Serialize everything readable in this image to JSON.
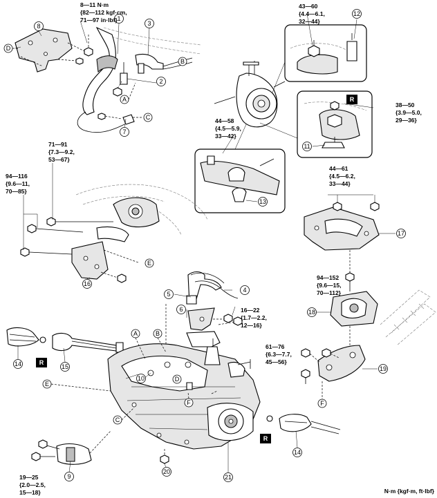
{
  "callouts": [
    {
      "id": "c1",
      "number": "1"
    },
    {
      "id": "c2",
      "number": "2"
    },
    {
      "id": "c3",
      "number": "3"
    },
    {
      "id": "c4",
      "number": "4"
    },
    {
      "id": "c5",
      "number": "5"
    },
    {
      "id": "c6",
      "number": "6"
    },
    {
      "id": "c7",
      "number": "7"
    },
    {
      "id": "c8",
      "number": "8"
    },
    {
      "id": "c9",
      "number": "9"
    },
    {
      "id": "c10",
      "number": "10"
    },
    {
      "id": "c11",
      "number": "11"
    },
    {
      "id": "c12",
      "number": "12"
    },
    {
      "id": "c13",
      "number": "13"
    },
    {
      "id": "c14a",
      "number": "14"
    },
    {
      "id": "c14b",
      "number": "14"
    },
    {
      "id": "c15",
      "number": "15"
    },
    {
      "id": "c16",
      "number": "16"
    },
    {
      "id": "c17",
      "number": "17"
    },
    {
      "id": "c18",
      "number": "18"
    },
    {
      "id": "c19",
      "number": "19"
    },
    {
      "id": "c20",
      "number": "20"
    },
    {
      "id": "c21",
      "number": "21"
    }
  ],
  "letter_marks": [
    {
      "id": "lA1",
      "letter": "A"
    },
    {
      "id": "lA2",
      "letter": "A"
    },
    {
      "id": "lB1",
      "letter": "B"
    },
    {
      "id": "lB2",
      "letter": "B"
    },
    {
      "id": "lC1",
      "letter": "C"
    },
    {
      "id": "lC2",
      "letter": "C"
    },
    {
      "id": "lD1",
      "letter": "D"
    },
    {
      "id": "lD2",
      "letter": "D"
    },
    {
      "id": "lE1",
      "letter": "E"
    },
    {
      "id": "lE2",
      "letter": "E"
    },
    {
      "id": "lF1",
      "letter": "F"
    },
    {
      "id": "lF2",
      "letter": "F"
    }
  ],
  "replace_marks": [
    {
      "id": "r1",
      "text": "R"
    },
    {
      "id": "r2",
      "text": "R"
    },
    {
      "id": "r3",
      "text": "R"
    }
  ],
  "torque_specs": [
    {
      "id": "tq1",
      "lines": [
        "8—11 N·m",
        "{82—112 kgf·cm,",
        "71—97 in·lbf}"
      ]
    },
    {
      "id": "tq2",
      "lines": [
        "43—60",
        "{4.4—6.1,",
        "32—44}"
      ]
    },
    {
      "id": "tq3",
      "lines": [
        "38—50",
        "{3.9—5.0,",
        "29—36}"
      ]
    },
    {
      "id": "tq4",
      "lines": [
        "44—58",
        "{4.5—5.9,",
        "33—42}"
      ]
    },
    {
      "id": "tq5",
      "lines": [
        "71—91",
        "{7.3—9.2,",
        "53—67}"
      ]
    },
    {
      "id": "tq6",
      "lines": [
        "94—116",
        "{9.6—11,",
        "70—85}"
      ]
    },
    {
      "id": "tq7",
      "lines": [
        "44—61",
        "{4.5—6.2,",
        "33—44}"
      ]
    },
    {
      "id": "tq8",
      "lines": [
        "16—22",
        "{1.7—2.2,",
        "12—16}"
      ]
    },
    {
      "id": "tq9",
      "lines": [
        "94—152",
        "{9.6—15,",
        "70—112}"
      ]
    },
    {
      "id": "tq10",
      "lines": [
        "61—76",
        "{6.3—7.7,",
        "45—56}"
      ]
    },
    {
      "id": "tq11",
      "lines": [
        "19—25",
        "{2.0—2.5,",
        "15—18}"
      ]
    }
  ],
  "units_note": "N·m {kgf·m, ft·lbf}"
}
